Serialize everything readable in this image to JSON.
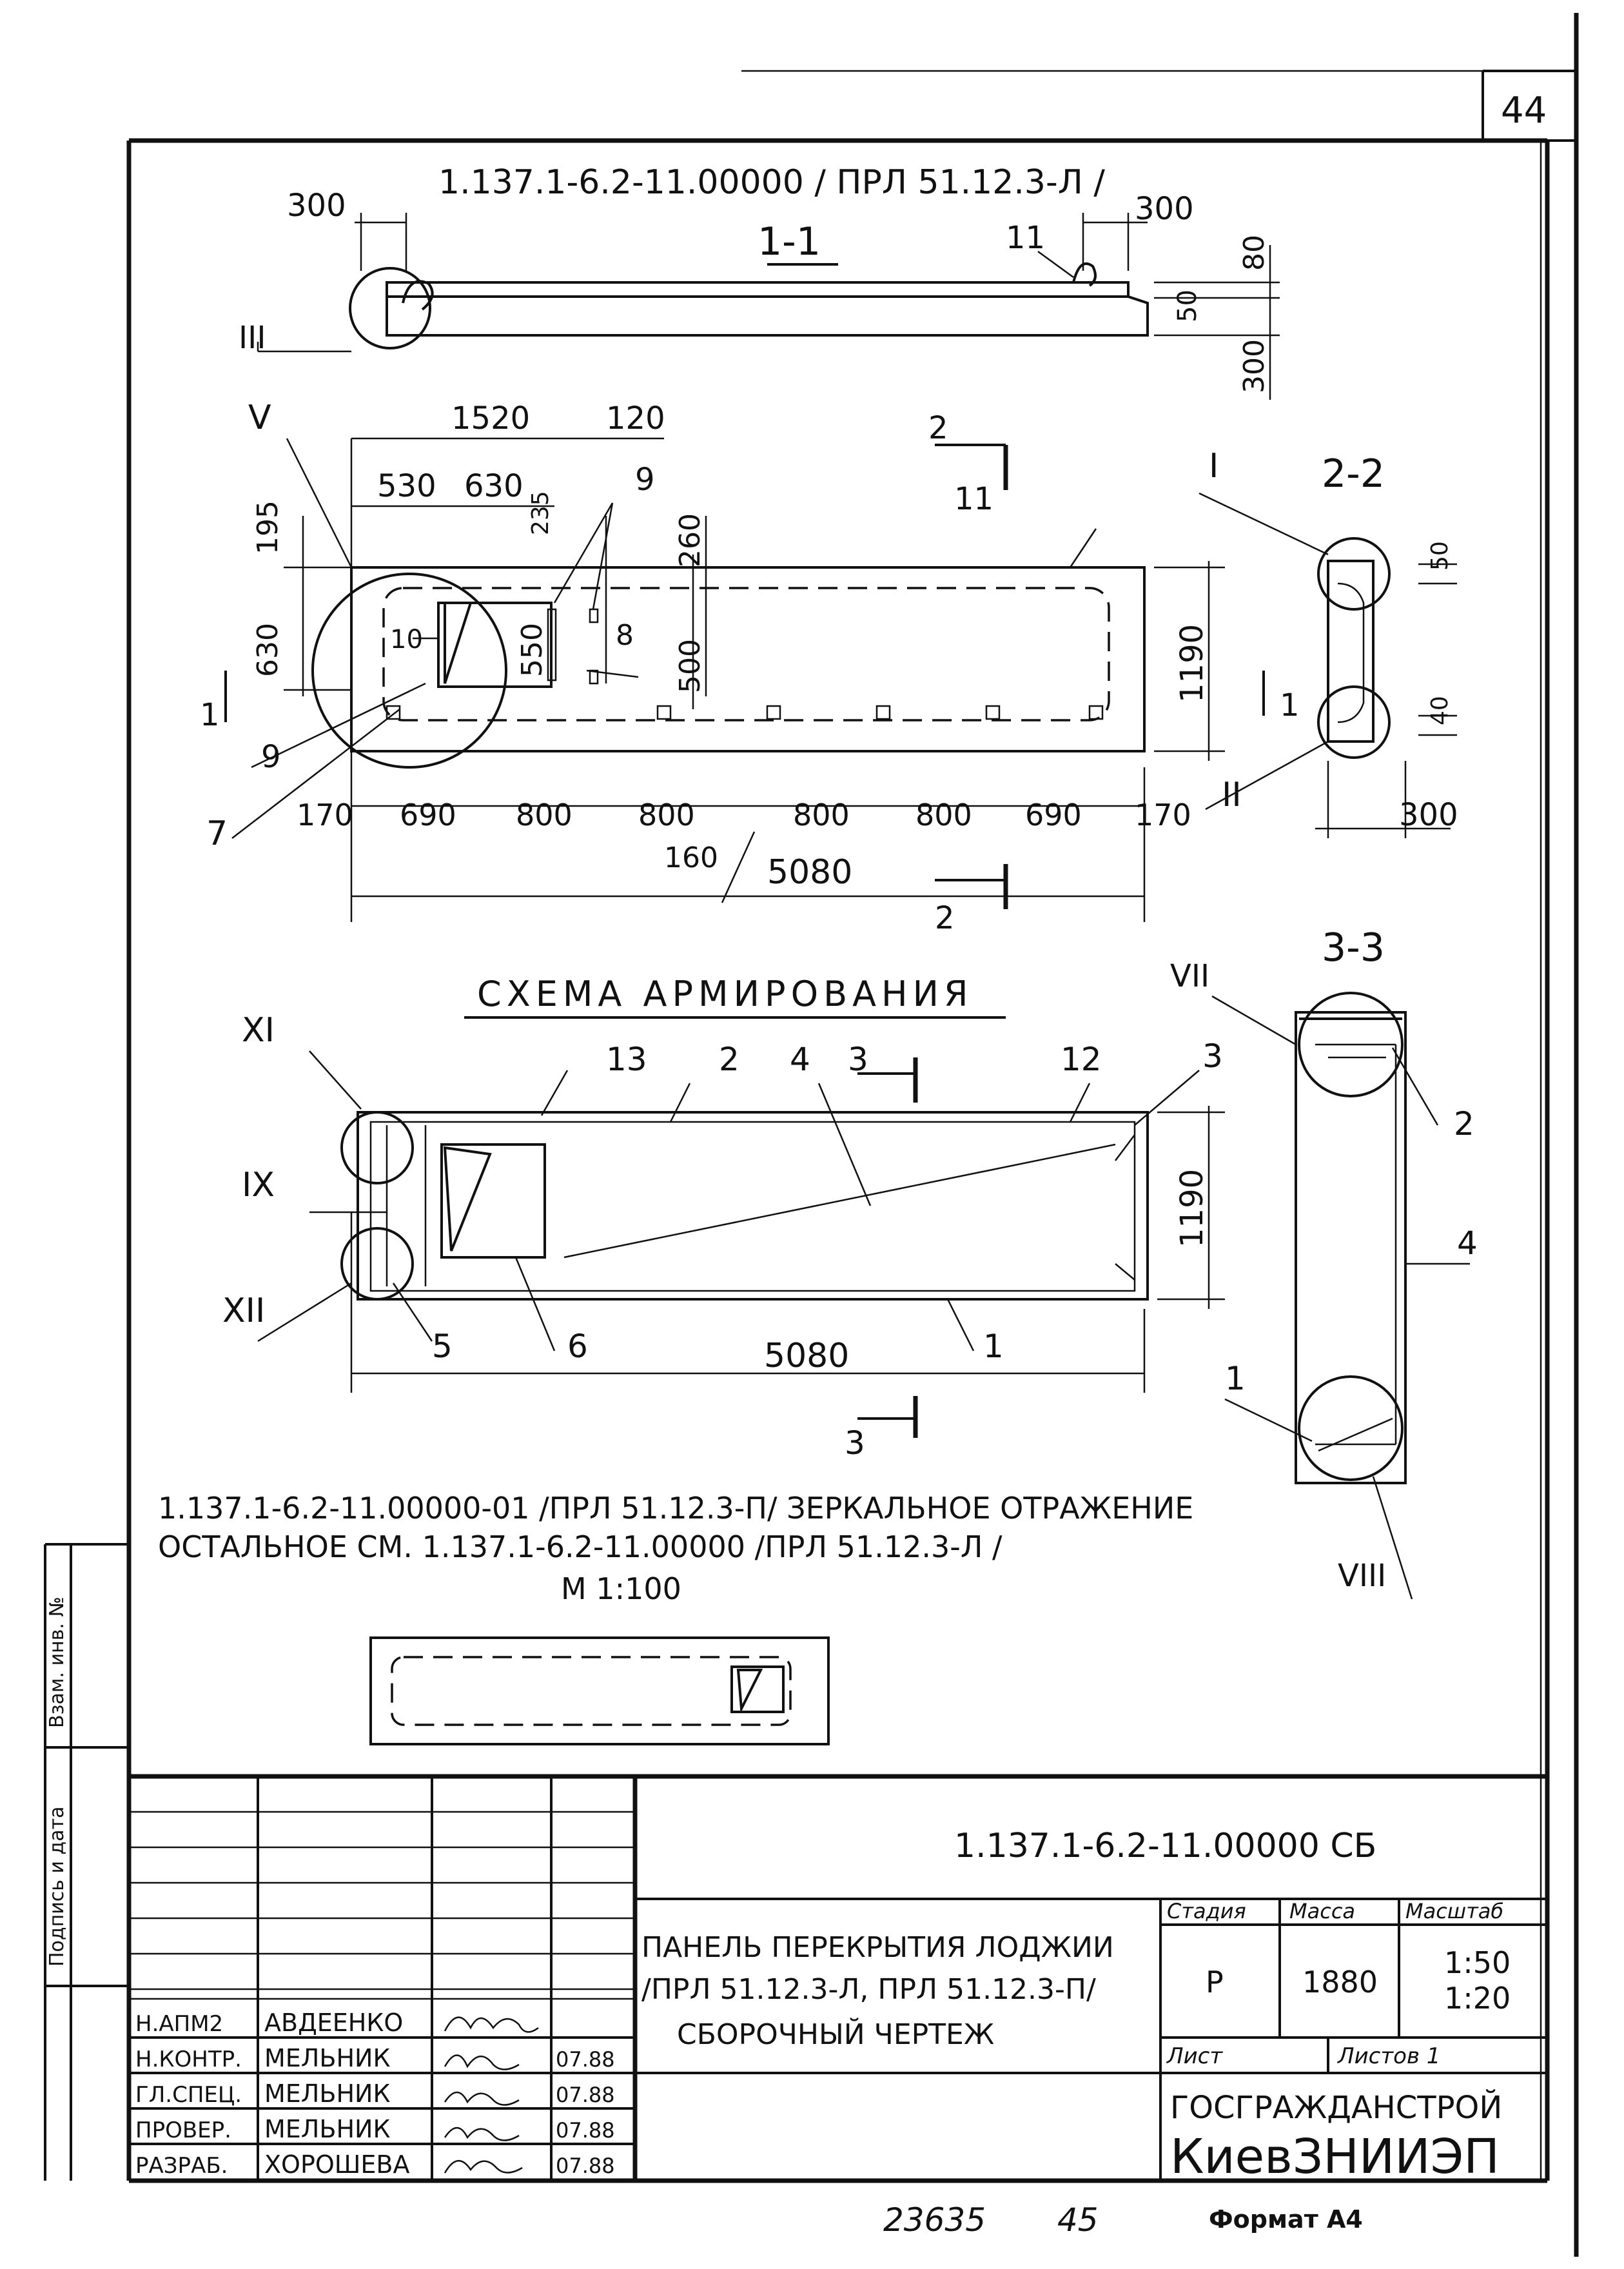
{
  "sheet_number": "44",
  "top_title": "1.137.1-6.2-11.00000 / ПРЛ 51.12.3-Л /",
  "section_1_1": {
    "label": "1-1",
    "dim_left": "300",
    "dim_right": "300",
    "dim_v1": "80",
    "dim_v2": "50",
    "dim_v3": "300",
    "pos_11": "11",
    "node_III": "III"
  },
  "plan": {
    "node_V": "V",
    "dim_1520": "1520",
    "dim_120": "120",
    "dim_530": "530",
    "dim_630_top": "630",
    "dim_235": "235",
    "dim_195": "195",
    "dim_630_left": "630",
    "dim_550": "550",
    "dim_260": "260",
    "dim_500": "500",
    "dim_1190": "1190",
    "pos_9a": "9",
    "pos_9b": "9",
    "pos_10": "10",
    "pos_8": "8",
    "pos_7": "7",
    "pos_11": "11",
    "cut_1_left": "1",
    "cut_1_right": "1",
    "cut_2_top": "2",
    "cut_2_bottom": "2",
    "bottom_dims": [
      "170",
      "690",
      "800",
      "800",
      "800",
      "800",
      "690",
      "170"
    ],
    "dim_160": "160",
    "dim_5080": "5080"
  },
  "section_2_2": {
    "label": "2-2",
    "node_I": "I",
    "node_II": "II",
    "dim_50": "50",
    "dim_40": "40",
    "dim_300": "300"
  },
  "scheme": {
    "title": "СХЕМА АРМИРОВАНИЯ",
    "node_XI": "XI",
    "node_IX": "IX",
    "node_XII": "XII",
    "pos_13": "13",
    "pos_2": "2",
    "pos_4": "4",
    "pos_3": "3",
    "pos_12": "12",
    "pos_5": "5",
    "pos_6": "6",
    "pos_1": "1",
    "dim_1190": "1190",
    "dim_5080": "5080",
    "cut_3_top": "3",
    "cut_3_bottom": "3"
  },
  "section_3_3": {
    "label": "3-3",
    "node_VII": "VII",
    "node_VIII": "VIII",
    "pos_2": "2",
    "pos_4": "4",
    "pos_1": "1"
  },
  "mirror_note": {
    "line1": "1.137.1-6.2-11.00000-01 /ПРЛ 51.12.3-П/ ЗЕРКАЛЬНОЕ ОТРАЖЕНИЕ",
    "line2": "ОСТАЛЬНОЕ СМ. 1.137.1-6.2-11.00000 /ПРЛ 51.12.3-Л /",
    "scale": "М 1:100"
  },
  "side_stamp": {
    "inv_no": "Взам. инв. №",
    "sign_date": "Подпись и дата"
  },
  "title_block": {
    "designation": "1.137.1-6.2-11.00000 СБ",
    "name_line1": "ПАНЕЛЬ ПЕРЕКРЫТИЯ ЛОДЖИИ",
    "name_line2": "/ПРЛ 51.12.3-Л, ПРЛ 51.12.3-П/",
    "name_line3": "СБОРОЧНЫЙ ЧЕРТЕЖ",
    "stage_label": "Стадия",
    "mass_label": "Масса",
    "scale_label": "Масштаб",
    "stage_value": "Р",
    "mass_value": "1880",
    "scale_value_1": "1:50",
    "scale_value_2": "1:20",
    "sheet_label": "Лист",
    "sheets_label": "Листов 1",
    "org_1": "ГОСГРАЖДАНСТРОЙ",
    "org_2": "КиевЗНИИЭП",
    "signatures": [
      {
        "role": "Н.АПМ2",
        "name": "АВДЕЕНКО",
        "date": ""
      },
      {
        "role": "Н.КОНТР.",
        "name": "МЕЛЬНИК",
        "date": "07.88"
      },
      {
        "role": "ГЛ.СПЕЦ.",
        "name": "МЕЛЬНИК",
        "date": "07.88"
      },
      {
        "role": "ПРОВЕР.",
        "name": "МЕЛЬНИК",
        "date": "07.88"
      },
      {
        "role": "РАЗРАБ.",
        "name": "ХОРОШЕВА",
        "date": "07.88"
      }
    ]
  },
  "footer": {
    "inventory": "23635",
    "page": "45",
    "format": "Формат А4"
  }
}
